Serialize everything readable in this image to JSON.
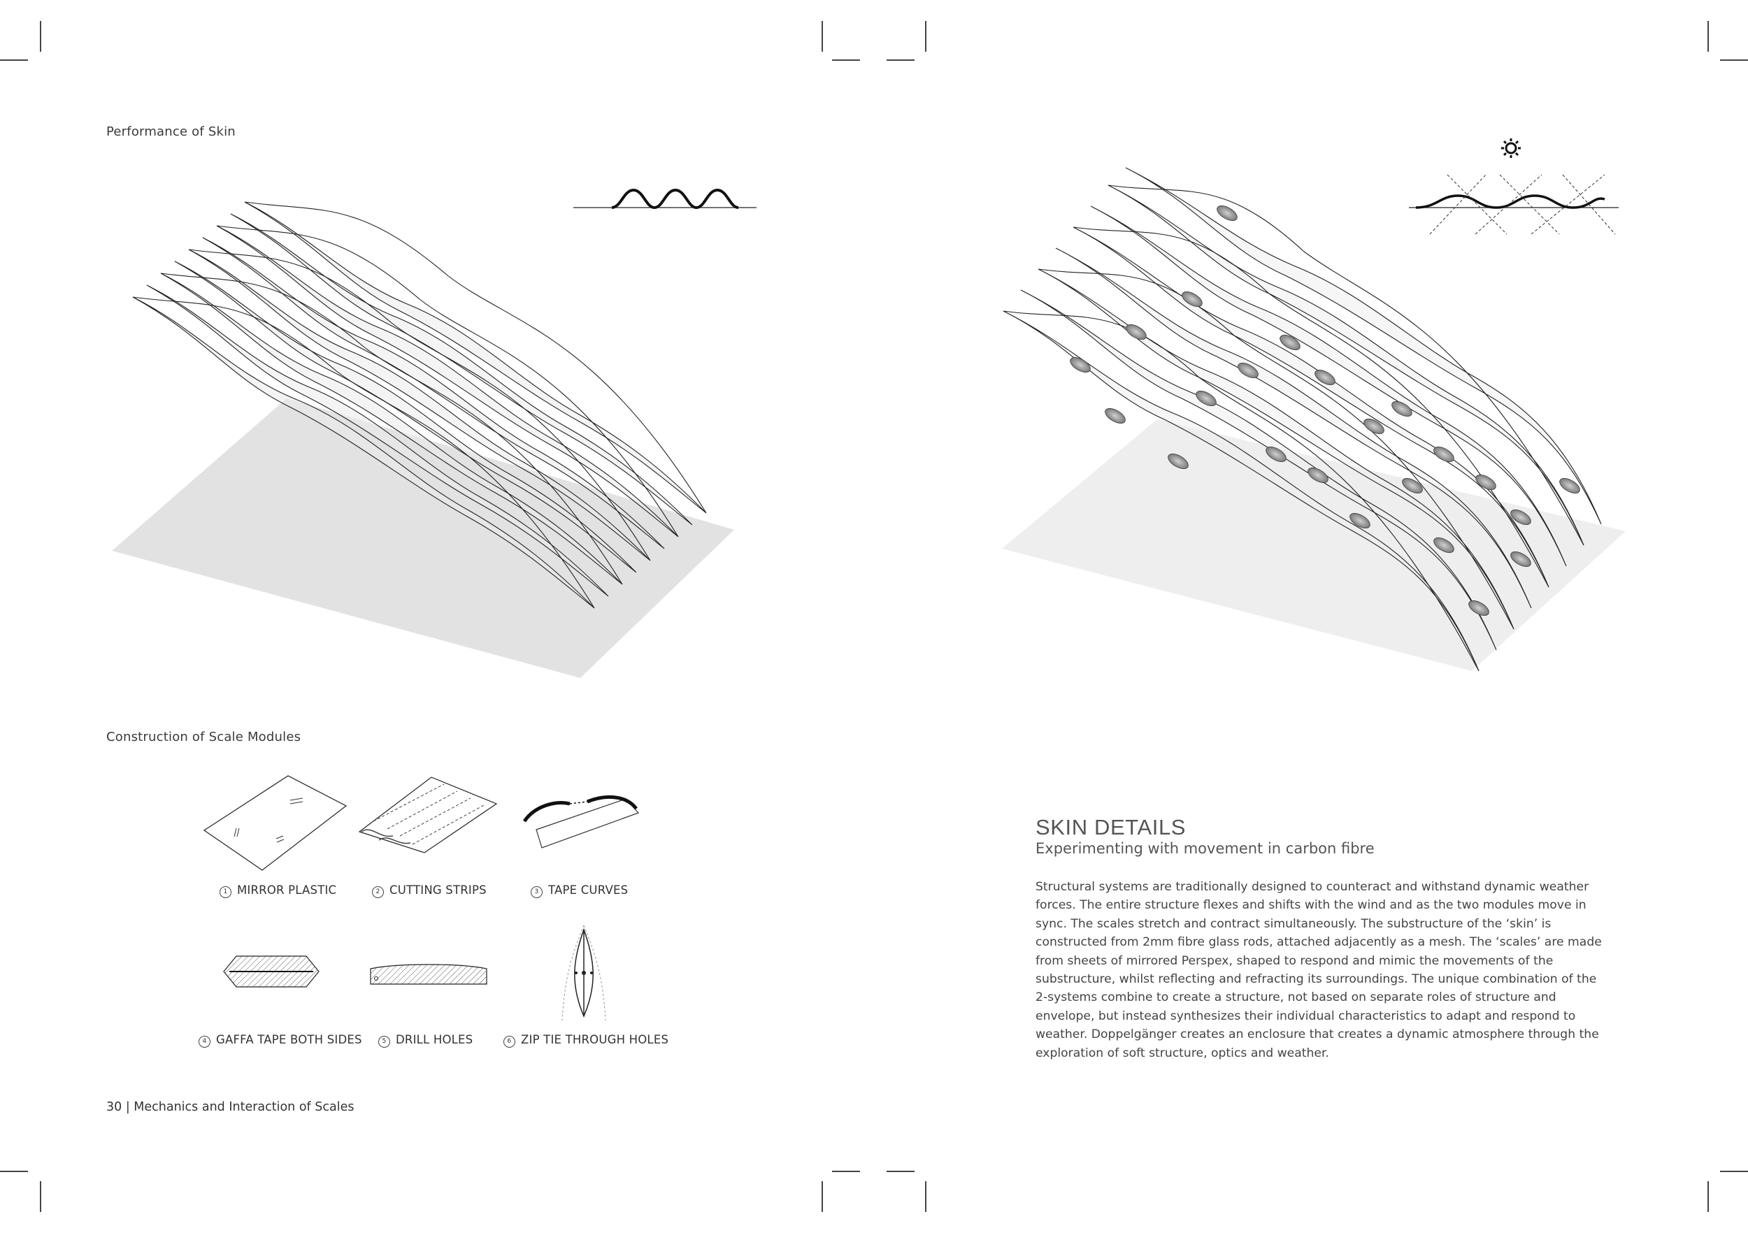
{
  "left_page": {
    "section_performance": "Performance of Skin",
    "section_construction": "Construction of Scale Modules",
    "steps": [
      {
        "num": "1",
        "label": "MIRROR PLASTIC"
      },
      {
        "num": "2",
        "label": "CUTTING STRIPS"
      },
      {
        "num": "3",
        "label": "TAPE CURVES"
      },
      {
        "num": "4",
        "label": "GAFFA TAPE BOTH SIDES"
      },
      {
        "num": "5",
        "label": "DRILL HOLES"
      },
      {
        "num": "6",
        "label": "ZIP TIE THROUGH HOLES"
      }
    ],
    "footer": "30 | Mechanics and Interaction of Scales"
  },
  "right_page": {
    "title": "SKIN DETAILS",
    "subtitle": "Experimenting with movement in carbon fibre",
    "body": "Structural systems are traditionally designed to counteract and withstand dynamic weather forces. The entire structure flexes and shifts with the wind and as the two modules move in sync. The scales stretch and contract simultaneously. The substructure of the ‘skin’ is constructed from 2mm fibre glass rods, attached adjacently as a mesh. The ‘scales’ are made from sheets of mirrored Perspex, shaped to respond and mimic the movements of the substructure, whilst reflecting and refracting its surroundings. The unique combination of the 2-systems combine to create a structure, not based on separate roles of structure and envelope, but instead synthesizes their individual characteristics to adapt and respond to weather. Doppelgänger creates an enclosure that creates a dynamic atmosphere through the exploration of soft structure, optics and weather."
  },
  "icons": [
    "sun-icon",
    "wave-profile-icon"
  ]
}
